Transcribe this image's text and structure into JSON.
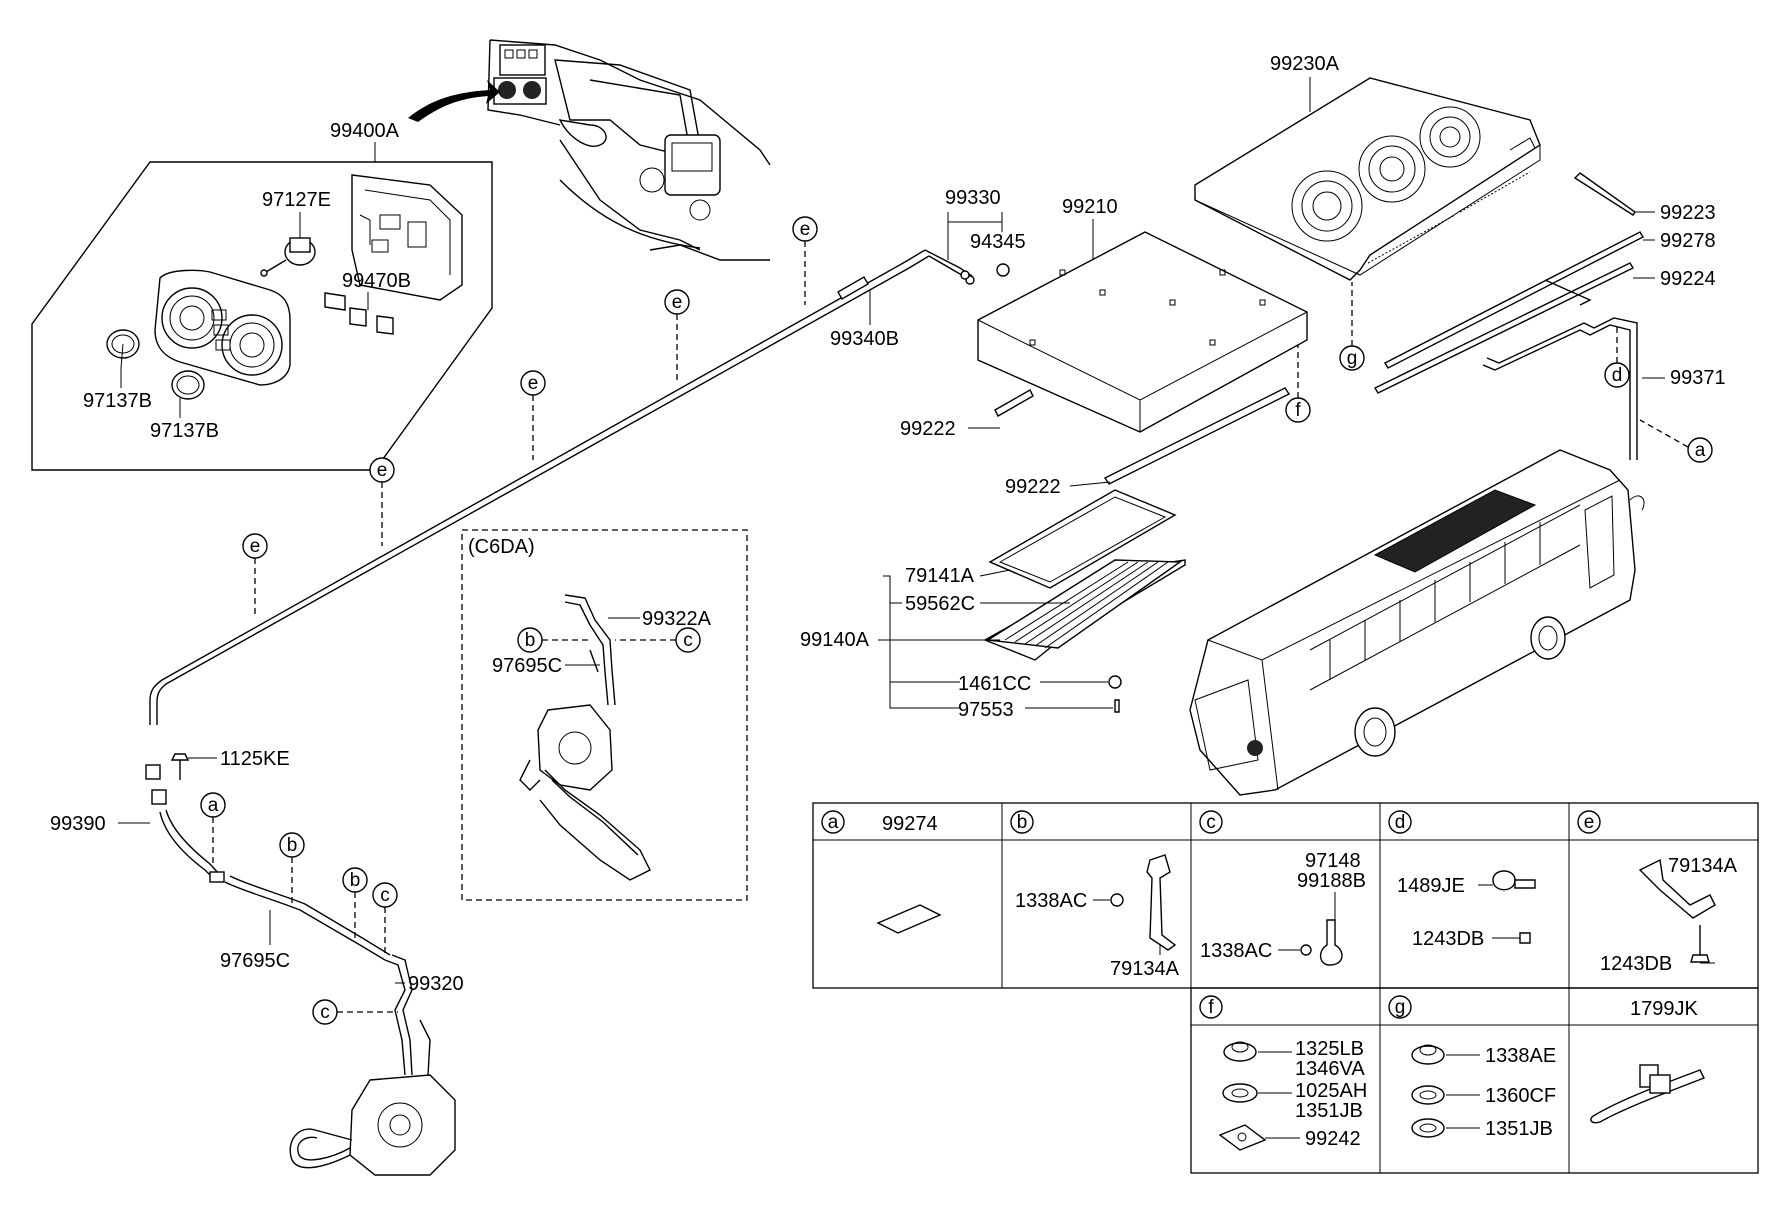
{
  "labels": {
    "p99400A": "99400A",
    "p97127E": "97127E",
    "p99470B": "99470B",
    "p97137B_1": "97137B",
    "p97137B_2": "97137B",
    "p99330": "99330",
    "p94345": "94345",
    "p99340B": "99340B",
    "p99210": "99210",
    "p99230A": "99230A",
    "p99223": "99223",
    "p99278": "99278",
    "p99224": "99224",
    "p99371": "99371",
    "p99222_1": "99222",
    "p99222_2": "99222",
    "p79141A": "79141A",
    "p59562C": "59562C",
    "p99140A": "99140A",
    "p1461CC": "1461CC",
    "p97553": "97553",
    "p1125KE": "1125KE",
    "p99390": "99390",
    "p97695C": "97695C",
    "p99320": "99320",
    "c6da_title": "(C6DA)",
    "p99322A": "99322A",
    "p97695C_c6da": "97695C"
  },
  "callouts": {
    "a": "a",
    "b": "b",
    "c": "c",
    "d": "d",
    "e": "e",
    "f": "f",
    "g": "g"
  },
  "table": {
    "a_header": "a",
    "a_part": "99274",
    "b_header": "b",
    "b_p1": "1338AC",
    "b_p2": "79134A",
    "c_header": "c",
    "c_p1": "97148",
    "c_p2": "99188B",
    "c_p3": "1338AC",
    "d_header": "d",
    "d_p1": "1489JE",
    "d_p2": "1243DB",
    "e_header": "e",
    "e_p1": "79134A",
    "e_p2": "1243DB",
    "f_header": "f",
    "f_p1": "1325LB",
    "f_p2": "1346VA",
    "f_p3": "1025AH",
    "f_p4": "1351JB",
    "f_p5": "99242",
    "g_header": "g",
    "g_p1": "1338AE",
    "g_p2": "1360CF",
    "g_p3": "1351JB",
    "h_title": "1799JK"
  }
}
